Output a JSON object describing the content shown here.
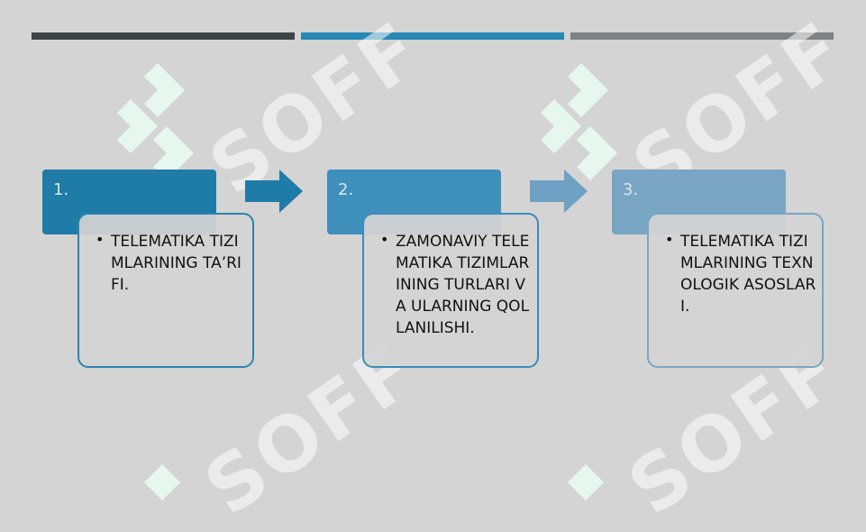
{
  "colors": {
    "background": "#d4d4d4",
    "bar_dark": "#3d4448",
    "bar_blue": "#2688b5",
    "bar_gray": "#7c8286",
    "step1": "#1f7ba7",
    "step2": "#3f8fbd",
    "step3": "#79a6c4"
  },
  "watermark": {
    "text": "SOFF"
  },
  "steps": [
    {
      "number": "1.",
      "text": "TELEMATIKA TIZIMLARINING TA’RIFI."
    },
    {
      "number": "2.",
      "text": "ZAMONAVIY TELEMATIKA TIZIMLARINING TURLARI VA ULARNING QOLLANILISHI."
    },
    {
      "number": "3.",
      "text": "TELEMATIKA TIZIMLARINING TEXNOLOGIK ASOSLARI."
    }
  ]
}
